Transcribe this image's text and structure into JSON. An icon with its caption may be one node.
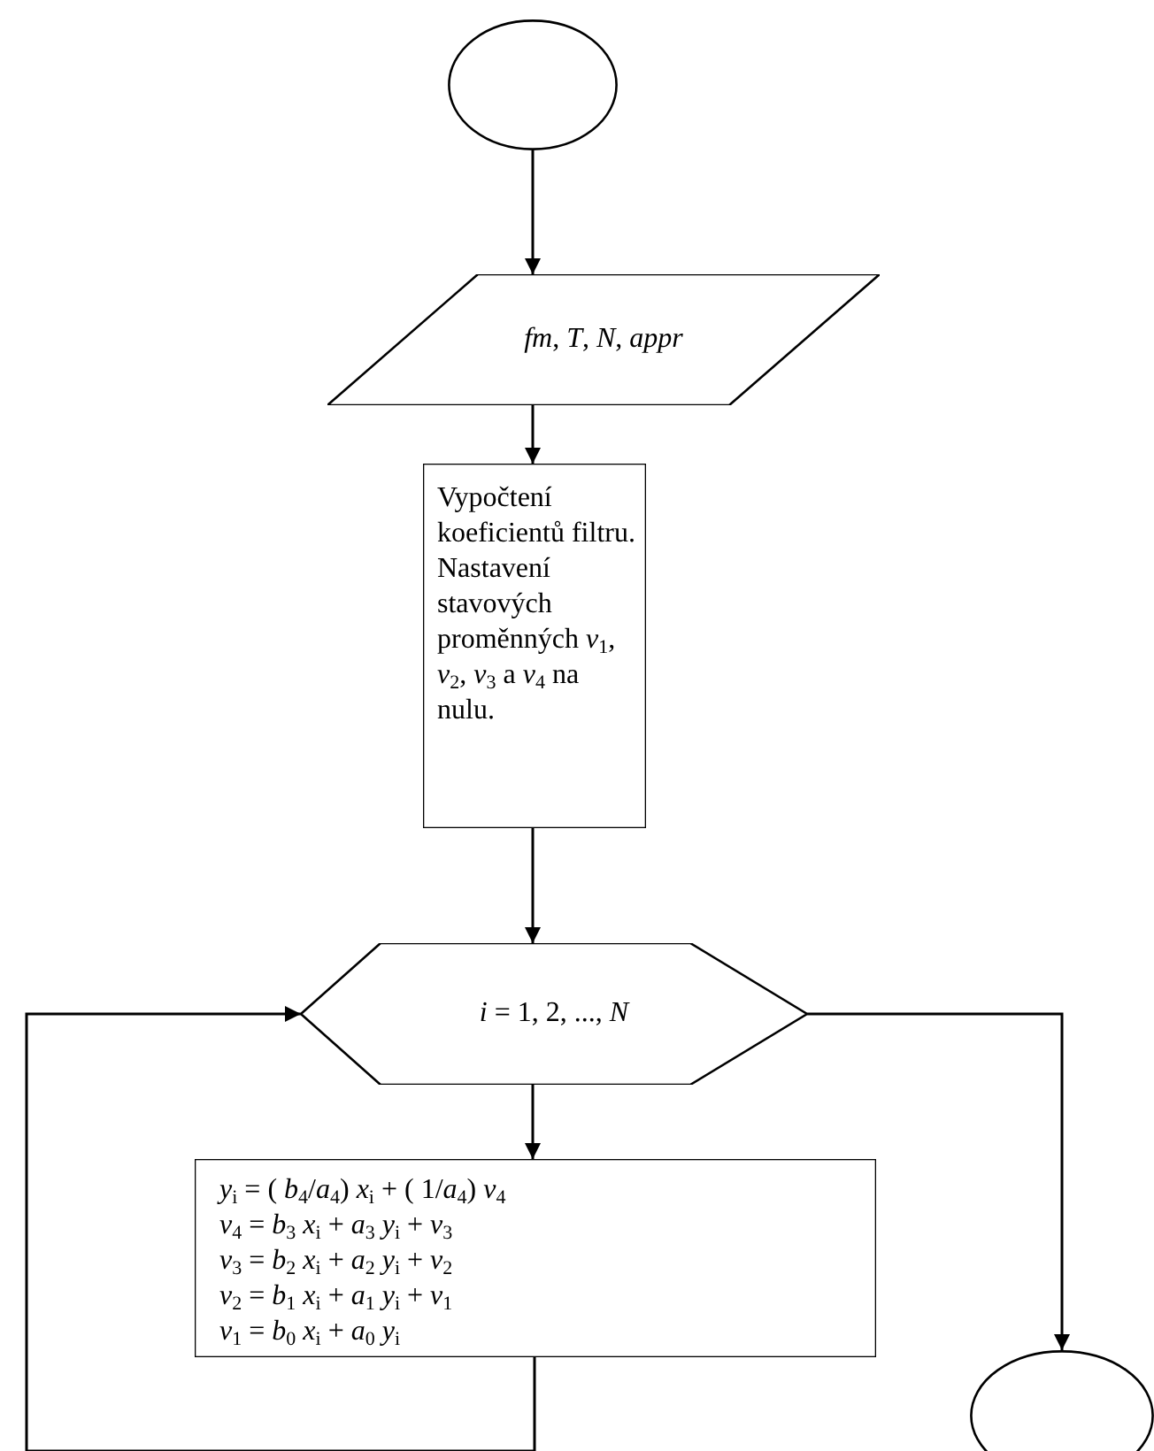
{
  "diagram": {
    "nodes": [
      {
        "text": [],
        "shape": "circle"
      },
      {
        "text": [
          "*fm*, *T*, *N*, *appr*"
        ]
      },
      {
        "text": [
          "Vypočtení koeficientů filtru. Nastavení stavových proměnných *v*$_{1}$, *v*$_{2}$, *v*$_{3}$ a *v*$_{4}$ na nulu."
        ]
      },
      {
        "text": [
          "*i* = 1, 2, ..., *N*"
        ]
      },
      {
        "text": [
          "*y*$_{i}$ = ( *b*$_{4}$/*a*$_{4}$) *x*$_{i}$ + ( 1/*a*$_{4}$) *v*$_{4}$",
          "*v*$_{4}$ = *b*$_{3}$ *x*$_{i}$ + *a*$_{3}$ *y*$_{i}$ + *v*$_{3}$",
          "*v*$_{3}$ = *b*$_{2}$ *x*$_{i}$ + *a*$_{2}$ *y*$_{i}$ + *v*$_{2}$",
          "*v*$_{2}$ = *b*$_{1}$ *x*$_{i}$ + *a*$_{1}$ *y*$_{i}$ + *v*$_{1}$",
          "*v*$_{1}$ = *b*$_{0}$ *x*$_{i}$ + *a*$_{0}$ *y*$_{i}$"
        ]
      },
      {
        "text": [],
        "shape": "circle"
      }
    ],
    "edges": [
      {
        "from": 0,
        "to": 1,
        "arrow": "to"
      },
      {
        "from": 1,
        "to": 2,
        "arrow": "to"
      },
      {
        "from": 2,
        "to": 3,
        "arrow": "to"
      },
      {
        "from": 3,
        "to": 4,
        "arrow": "to"
      },
      {
        "from": 4,
        "to": 3,
        "arrow": "to"
      },
      {
        "from": 3,
        "to": 5,
        "arrow": "to"
      }
    ]
  }
}
